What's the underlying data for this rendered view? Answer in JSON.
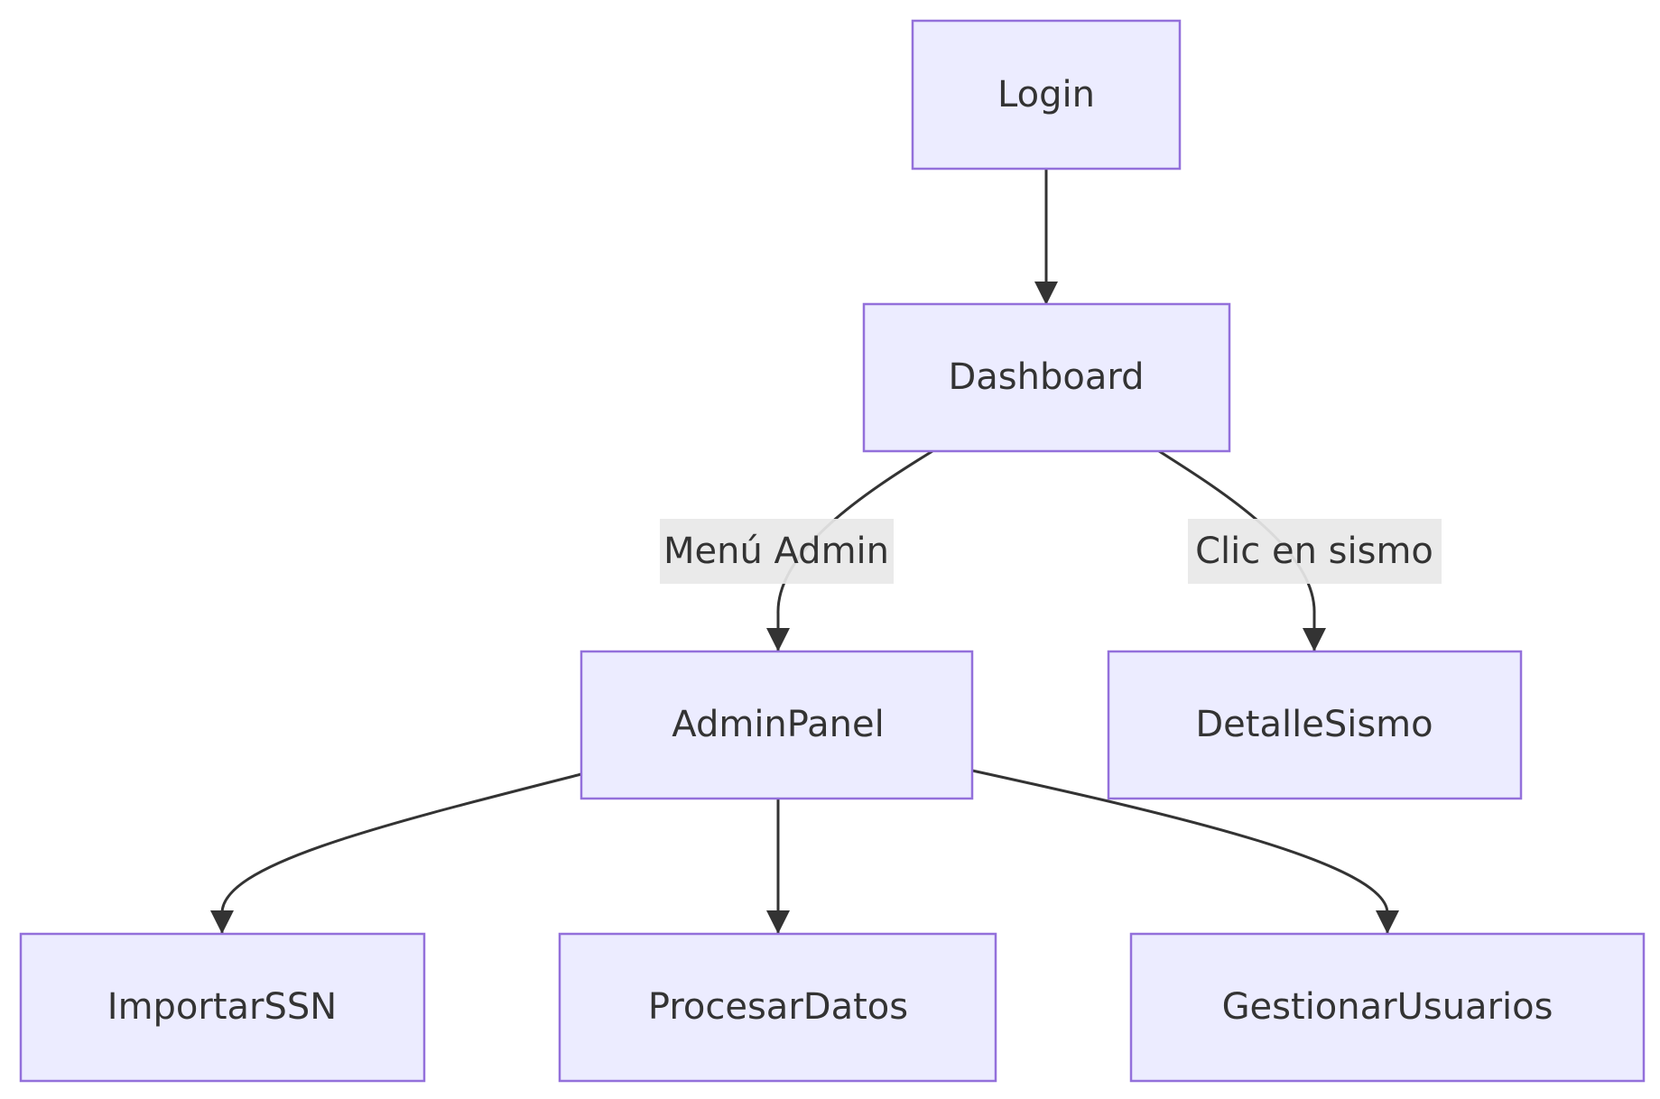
{
  "diagram": {
    "nodes": {
      "login": "Login",
      "dashboard": "Dashboard",
      "admin_panel": "AdminPanel",
      "detalle_sismo": "DetalleSismo",
      "importar_ssn": "ImportarSSN",
      "procesar_datos": "ProcesarDatos",
      "gestionar_usuarios": "GestionarUsuarios"
    },
    "edges": [
      {
        "from": "Login",
        "to": "Dashboard",
        "label": ""
      },
      {
        "from": "Dashboard",
        "to": "AdminPanel",
        "label": "Menú Admin"
      },
      {
        "from": "Dashboard",
        "to": "DetalleSismo",
        "label": "Clic en sismo"
      },
      {
        "from": "AdminPanel",
        "to": "ImportarSSN",
        "label": ""
      },
      {
        "from": "AdminPanel",
        "to": "ProcesarDatos",
        "label": ""
      },
      {
        "from": "AdminPanel",
        "to": "GestionarUsuarios",
        "label": ""
      }
    ],
    "edge_labels": {
      "menu_admin": "Menú Admin",
      "clic_en_sismo": "Clic en sismo"
    },
    "colors": {
      "node_fill": "#ececff",
      "node_border": "#9370db",
      "edge": "#333333",
      "text": "#333333",
      "label_background": "#e8e8e8"
    }
  }
}
